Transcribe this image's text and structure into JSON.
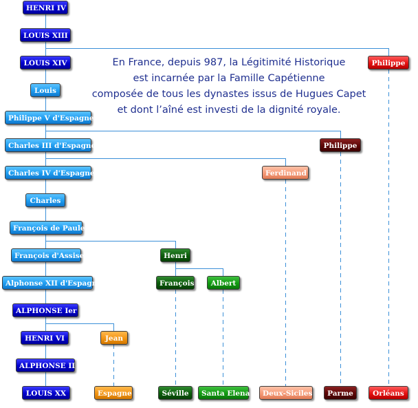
{
  "intro": {
    "line1": "En France, depuis 987, la Légitimité Historique",
    "line2": "est incarnée par la Famille Capétienne",
    "line3": "composée de tous les dynastes issus de Hugues Capet",
    "line4": "et dont l’aîné est investi de la dignité royale."
  },
  "nodes": {
    "henri_iv": "HENRI IV",
    "louis_xiii": "LOUIS XIII",
    "louis_xiv": "LOUIS XIV",
    "philippe_orleans": "Philippe",
    "louis": "Louis",
    "philippe_v": "Philippe V d'Espagne",
    "charles_iii": "Charles III d'Espagne",
    "philippe_parme": "Philippe",
    "charles_iv": "Charles IV d'Espagne",
    "ferdinand": "Ferdinand",
    "charles": "Charles",
    "francois_de_paule": "François de Paule",
    "francois_d_assise": "François d'Assise",
    "henri": "Henri",
    "alphonse_xii": "Alphonse XII d'Espagne",
    "francois": "François",
    "albert": "Albert",
    "alphonse_ier": "ALPHONSE Ier",
    "henri_vi": "HENRI VI",
    "jean": "Jean",
    "alphonse_ii": "ALPHONSE II",
    "louis_xx": "LOUIS XX",
    "espagne": "Espagne",
    "seville": "Séville",
    "santa_elena": "Santa Elena",
    "deux_siciles": "Deux-Siciles",
    "parme": "Parme",
    "orleans": "Orléans"
  },
  "colors": {
    "main_line": "#0000cc",
    "spanish_line": "#1e9df0",
    "seville": "#0b5b0b",
    "santa_elena": "#119a11",
    "espagne": "#f39513",
    "deux_siciles": "#f59a78",
    "parme": "#5c0707",
    "orleans": "#e41212",
    "connector": "#3a8fd8",
    "text": "#1f2f8f"
  }
}
